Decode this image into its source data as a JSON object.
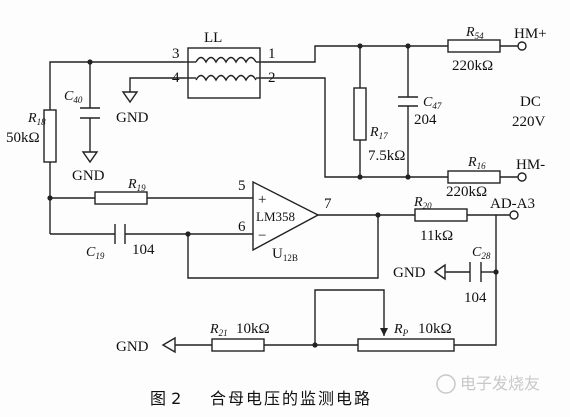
{
  "components": {
    "LL": {
      "name": "LL",
      "pin3": "3",
      "pin4": "4",
      "pin1": "1",
      "pin2": "2"
    },
    "R54": {
      "ref": "R",
      "sub": "54",
      "value": "220kΩ"
    },
    "R16": {
      "ref": "R",
      "sub": "16",
      "value": "220kΩ"
    },
    "R17": {
      "ref": "R",
      "sub": "17",
      "value": "7.5kΩ"
    },
    "C47": {
      "ref": "C",
      "sub": "47",
      "value": "204"
    },
    "R18": {
      "ref": "R",
      "sub": "18",
      "value": "50kΩ"
    },
    "C40": {
      "ref": "C",
      "sub": "40"
    },
    "R19": {
      "ref": "R",
      "sub": "19"
    },
    "C19": {
      "ref": "C",
      "sub": "19",
      "value": "104"
    },
    "U12B": {
      "name": "LM358",
      "ref": "U",
      "sub": "12B",
      "pin5": "5",
      "pin6": "6",
      "pin7": "7",
      "plus": "+",
      "minus": "−"
    },
    "R20": {
      "ref": "R",
      "sub": "20",
      "value": "11kΩ"
    },
    "C28": {
      "ref": "C",
      "sub": "28",
      "value": "104"
    },
    "R21": {
      "ref": "R",
      "sub": "21",
      "value": "10kΩ"
    },
    "RP": {
      "ref": "R",
      "sub": "P",
      "value": "10kΩ"
    }
  },
  "nets": {
    "hm_plus": "HM+",
    "hm_minus": "HM-",
    "dc": "DC",
    "dc_voltage": "220V",
    "ad": "AD-A3",
    "gnd": "GND"
  },
  "caption": {
    "figure": "图 2",
    "title": "合母电压的监测电路"
  },
  "watermark": "电子发烧友"
}
